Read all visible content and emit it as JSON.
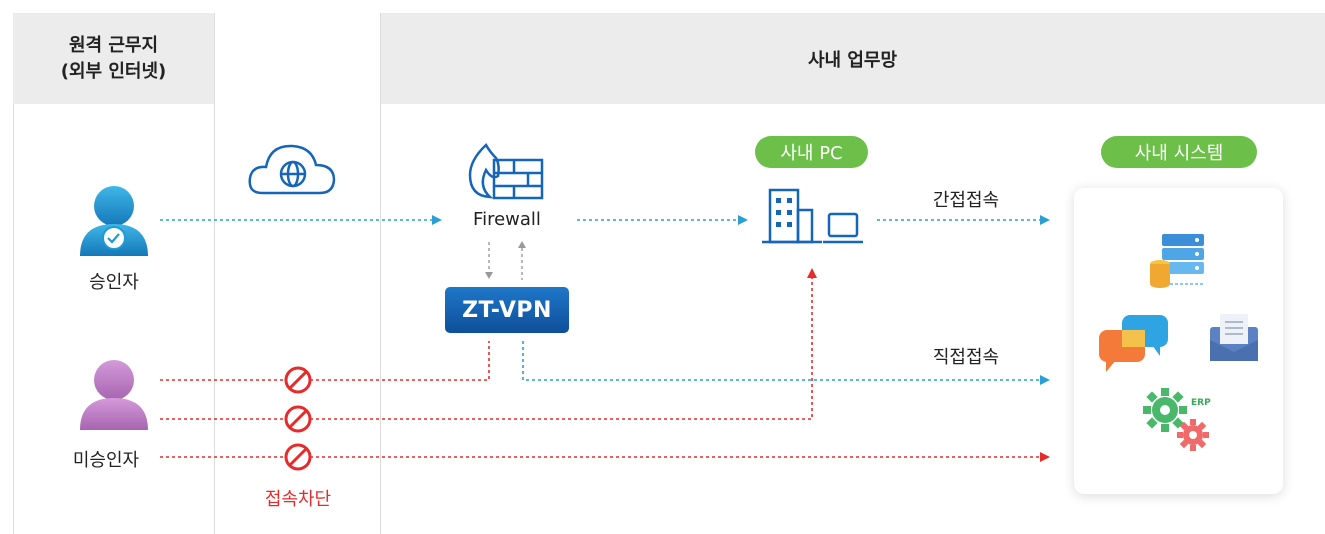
{
  "headers": {
    "remote_title": "원격 근무지",
    "remote_subtitle": "(외부 인터넷)",
    "internal_title": "사내 업무망"
  },
  "actors": {
    "approved": "승인자",
    "unapproved": "미승인자"
  },
  "nodes": {
    "firewall": "Firewall",
    "ztvpn": "ZT-VPN",
    "office_pc": "사내 PC",
    "office_system": "사내 시스템"
  },
  "connections": {
    "indirect": "간접접속",
    "direct": "직접접속",
    "blocked": "접속차단"
  },
  "badges": {
    "erp": "ERP"
  },
  "colors": {
    "allowed": "#2a9fd6",
    "blocked": "#e62b2b",
    "pill": "#6cc04a",
    "vpn": "#1565b8",
    "approved_user": "#1d9bd6",
    "unapproved_user": "#c07bc9"
  }
}
